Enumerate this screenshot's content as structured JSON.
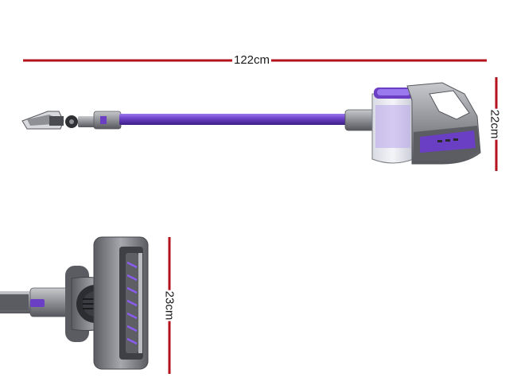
{
  "dimensions": {
    "length": "122cm",
    "height": "22cm",
    "head_length": "23cm"
  },
  "colors": {
    "dimension_line": "#b3121d",
    "tube_purple": "#6a3fc4",
    "body_grey": "#8e9096",
    "dark_grey": "#4a4c52",
    "bristle_purple": "#8a5cf0"
  }
}
